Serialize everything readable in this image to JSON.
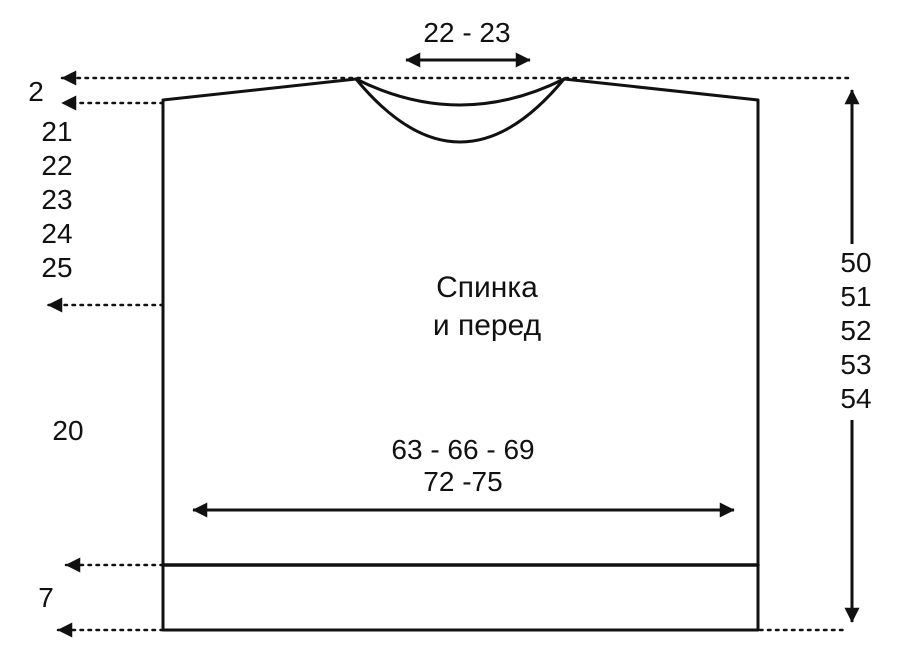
{
  "diagram": {
    "title": [
      "Спинка",
      "и перед"
    ],
    "neck_width": "22 - 23",
    "shoulder_drop": "2",
    "armhole_depths": [
      "21",
      "22",
      "23",
      "24",
      "25"
    ],
    "lower_section": "20",
    "hem_height": "7",
    "total_lengths": [
      "50",
      "51",
      "52",
      "53",
      "54"
    ],
    "body_width_line1": "63 - 66 - 69",
    "body_width_line2": "72 -75",
    "colors": {
      "line": "#111111",
      "background": "#ffffff"
    }
  }
}
